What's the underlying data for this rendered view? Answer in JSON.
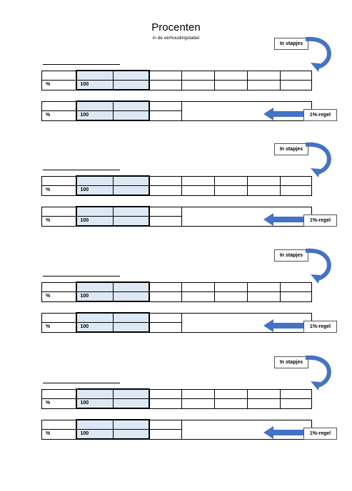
{
  "title": "Procenten",
  "subtitle": "in de verhoudingstabel",
  "labels": {
    "percent": "%",
    "hundred": "100"
  },
  "buttons": {
    "in_stapjes": "In stapjes",
    "een_procent_regel": "1%-regel"
  },
  "colors": {
    "cell_fill": "#dde8f5",
    "arrow": "#4472c4"
  },
  "sections": [
    {
      "label": "",
      "value": ""
    },
    {
      "label": "",
      "value": ""
    },
    {
      "label": "",
      "value": ""
    },
    {
      "label": "",
      "value": ""
    }
  ]
}
